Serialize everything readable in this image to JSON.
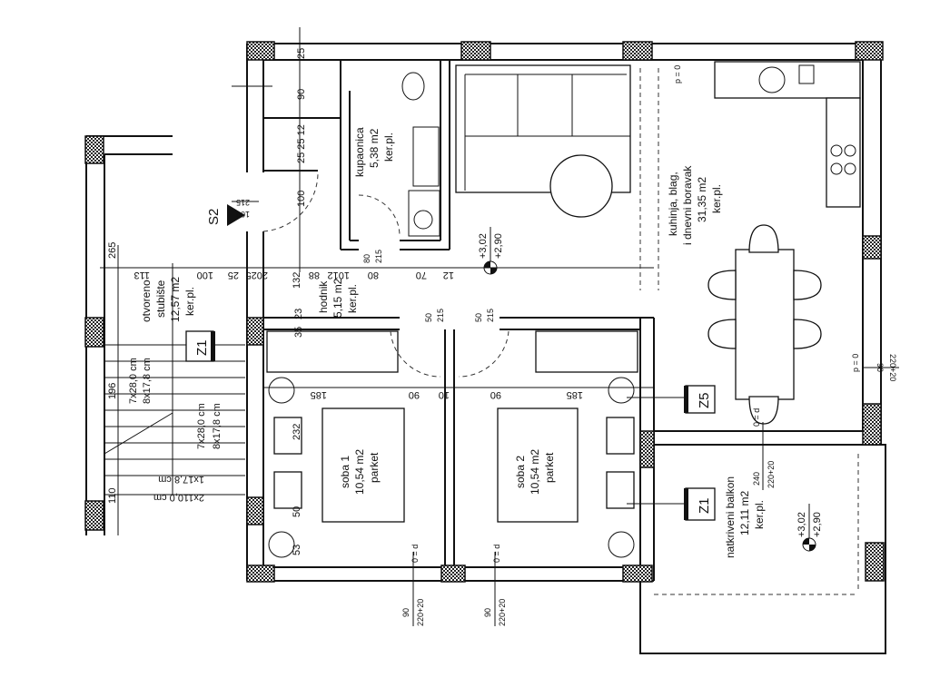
{
  "rooms": {
    "kupaonica": {
      "name": "kupaonica",
      "area": "5,38 m2",
      "floor": "ker.pl."
    },
    "hodnik": {
      "name": "hodnik",
      "area": "5,15 m2",
      "floor": "ker.pl."
    },
    "stubiste": {
      "name1": "otvoreno",
      "name2": "stubište",
      "area": "12,57 m2",
      "floor": "ker.pl."
    },
    "kuhinja": {
      "name1": "kuhinja, blag,",
      "name2": "i dnevni boravak",
      "area": "31,35 m2",
      "floor": "ker.pl."
    },
    "soba1": {
      "name": "soba 1",
      "area": "10,54 m2",
      "floor": "parket"
    },
    "soba2": {
      "name": "soba 2",
      "area": "10,54 m2",
      "floor": "parket"
    },
    "balkon": {
      "name": "natkriveni balkon",
      "area": "12,11 m2",
      "floor": "ker.pl."
    }
  },
  "tags": {
    "s2": "S2",
    "z1a": "Z1",
    "z1b": "Z1",
    "z5": "Z5"
  },
  "levels": [
    {
      "top": "+3,02",
      "bottom": "+2,90"
    },
    {
      "top": "+3,02",
      "bottom": "+2,90"
    }
  ],
  "dims": {
    "d25": "25",
    "d90top": "90",
    "d100": "100",
    "d265": "265",
    "d113": "113",
    "d100b": "100",
    "d2025": "2025",
    "d25b": "25",
    "d132": "132",
    "d88": "88",
    "d1012": "1012",
    "d80": "80",
    "d70": "70",
    "d12": "12",
    "d185a": "185",
    "d185b": "185",
    "d90a": "90",
    "d10": "10",
    "d90b": "90",
    "d196": "196",
    "d110": "110",
    "d53": "53",
    "d50": "50",
    "d232": "232",
    "d35": "35",
    "d23": "23",
    "d2525": "25 25 12"
  },
  "stairs": {
    "a": "7x28,0 cm",
    "b": "8x17,8 cm",
    "c": "7x28,0 cm",
    "d": "8x17,8 cm",
    "e": "1x17,8 cm",
    "f": "2x110,0 cm"
  },
  "openings": {
    "s2door": {
      "top": "215",
      "bottom": "100"
    },
    "bathdoor": {
      "top": "80",
      "bottom": "215"
    },
    "hallA": {
      "top": "50",
      "bottom": "215"
    },
    "hallB": {
      "top": "50",
      "bottom": "215"
    },
    "win1": {
      "top": "90",
      "bottom": "220+20",
      "p": "0 = d"
    },
    "win2": {
      "top": "90",
      "bottom": "220+20",
      "p": "0 = d"
    },
    "balc": {
      "top": "240",
      "bottom": "220+20",
      "p": "0 = d"
    },
    "kitchenwin": {
      "top": "220+20",
      "bottom": "90",
      "p": "p = 0"
    },
    "kitchentop": {
      "p": "p = 0"
    }
  }
}
